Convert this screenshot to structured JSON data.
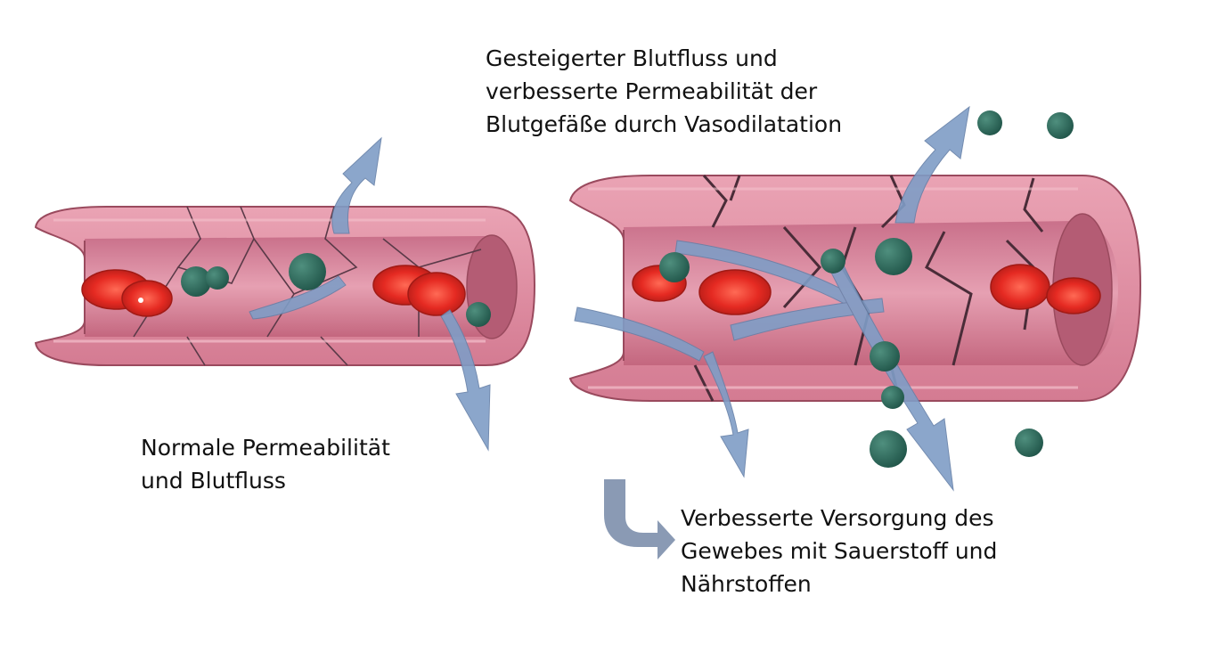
{
  "labels": {
    "vasodilation": [
      "Gesteigerter Blutfluss und",
      "verbesserte Permeabilität der",
      "Blutgefäße durch Vasodilatation"
    ],
    "normal": [
      "Normale Permeabilität",
      "und Blutfluss"
    ],
    "supply": [
      "Verbesserte Versorgung des",
      "Gewebes mit Sauerstoff und",
      "Nährstoffen"
    ]
  },
  "colors": {
    "vessel_outer": "#e0869c",
    "vessel_light": "#eaa3b4",
    "vessel_inner": "#c96e86",
    "vessel_outline": "#9a4a5e",
    "cell_junction": "#5a3a48",
    "red_cell": "#e52a22",
    "red_cell_dark": "#b51d18",
    "molecule": "#2f6b5c",
    "flow_arrow": "#7f9dc6",
    "supply_arrow": "#8a9ab4"
  },
  "icons": {
    "flow": "flow-arrow-icon",
    "supply": "curved-arrow-icon",
    "molecule": "molecule-icon",
    "red_blood_cell": "red-blood-cell-icon"
  }
}
